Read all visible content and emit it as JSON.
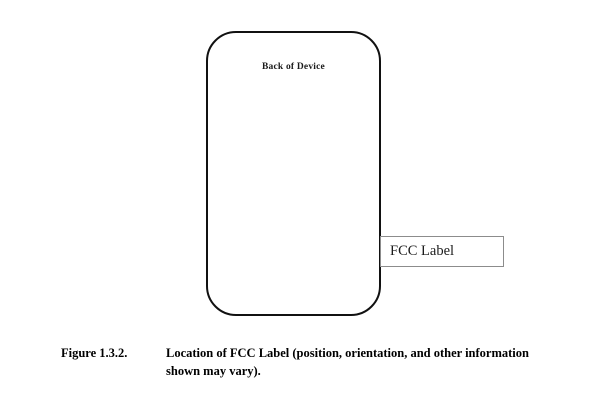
{
  "figure": {
    "device": {
      "name": "device-outline",
      "back_label": "Back of Device",
      "outline_color": "#111111",
      "fill_color": "#ffffff"
    },
    "callout": {
      "name": "fcc-label-callout",
      "label": "FCC Label",
      "border_color": "#8c8c8c",
      "fill_color": "#ffffff"
    }
  },
  "caption": {
    "number": "Figure 1.3.2.",
    "text": "Location of FCC Label (position, orientation, and other information shown may vary)."
  },
  "page": {
    "background": "#ffffff",
    "text_color": "#000000"
  }
}
